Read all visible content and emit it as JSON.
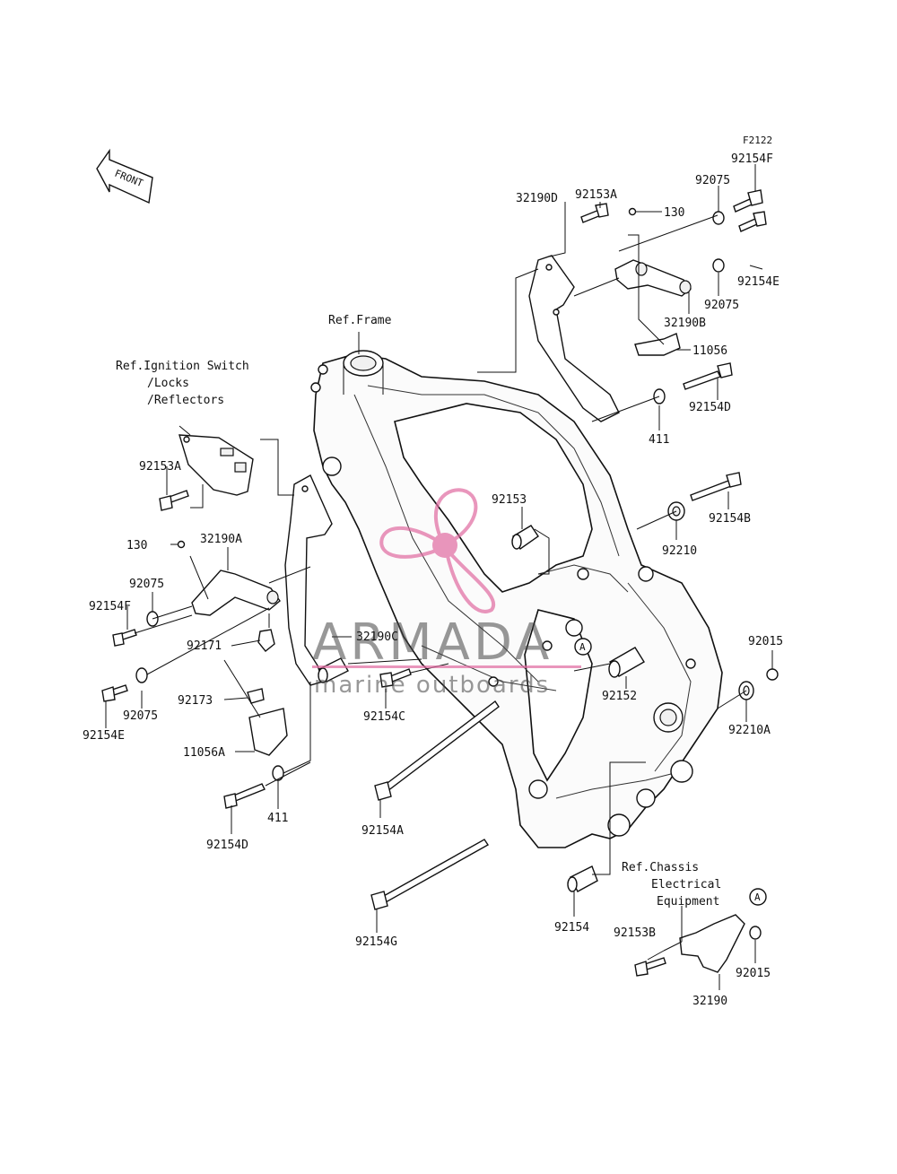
{
  "diagram": {
    "code": "F2122",
    "front_label": "FRONT",
    "refs": {
      "frame": "Ref.Frame",
      "ignition_1": "Ref.Ignition Switch",
      "ignition_2": "/Locks",
      "ignition_3": "/Reflectors",
      "chassis_1": "Ref.Chassis",
      "chassis_2": "Electrical",
      "chassis_3": "Equipment"
    },
    "marker_a": "A",
    "parts": [
      {
        "id": "p1",
        "label": "92154F"
      },
      {
        "id": "p2",
        "label": "92075"
      },
      {
        "id": "p3",
        "label": "92153A"
      },
      {
        "id": "p4",
        "label": "130"
      },
      {
        "id": "p5",
        "label": "32190D"
      },
      {
        "id": "p6",
        "label": "92154E"
      },
      {
        "id": "p7",
        "label": "92075"
      },
      {
        "id": "p8",
        "label": "32190B"
      },
      {
        "id": "p9",
        "label": "11056"
      },
      {
        "id": "p10",
        "label": "92154D"
      },
      {
        "id": "p11",
        "label": "411"
      },
      {
        "id": "p12",
        "label": "92153A"
      },
      {
        "id": "p13",
        "label": "130"
      },
      {
        "id": "p14",
        "label": "32190A"
      },
      {
        "id": "p15",
        "label": "92075"
      },
      {
        "id": "p16",
        "label": "92154F"
      },
      {
        "id": "p17",
        "label": "92171"
      },
      {
        "id": "p18",
        "label": "32190C"
      },
      {
        "id": "p19",
        "label": "92075"
      },
      {
        "id": "p20",
        "label": "92154E"
      },
      {
        "id": "p21",
        "label": "92173"
      },
      {
        "id": "p22",
        "label": "11056A"
      },
      {
        "id": "p23",
        "label": "92154C"
      },
      {
        "id": "p24",
        "label": "92154D"
      },
      {
        "id": "p25",
        "label": "411"
      },
      {
        "id": "p26",
        "label": "92153"
      },
      {
        "id": "p27",
        "label": "92154B"
      },
      {
        "id": "p28",
        "label": "92210"
      },
      {
        "id": "p29",
        "label": "92015"
      },
      {
        "id": "p30",
        "label": "92152"
      },
      {
        "id": "p31",
        "label": "92210A"
      },
      {
        "id": "p32",
        "label": "92154A"
      },
      {
        "id": "p33",
        "label": "92154G"
      },
      {
        "id": "p34",
        "label": "92154"
      },
      {
        "id": "p35",
        "label": "92153B"
      },
      {
        "id": "p36",
        "label": "92015"
      },
      {
        "id": "p37",
        "label": "32190"
      }
    ]
  },
  "watermark": {
    "brand": "ARMADA",
    "tagline": "marine outboards",
    "accent_color": "#e06aa0"
  }
}
